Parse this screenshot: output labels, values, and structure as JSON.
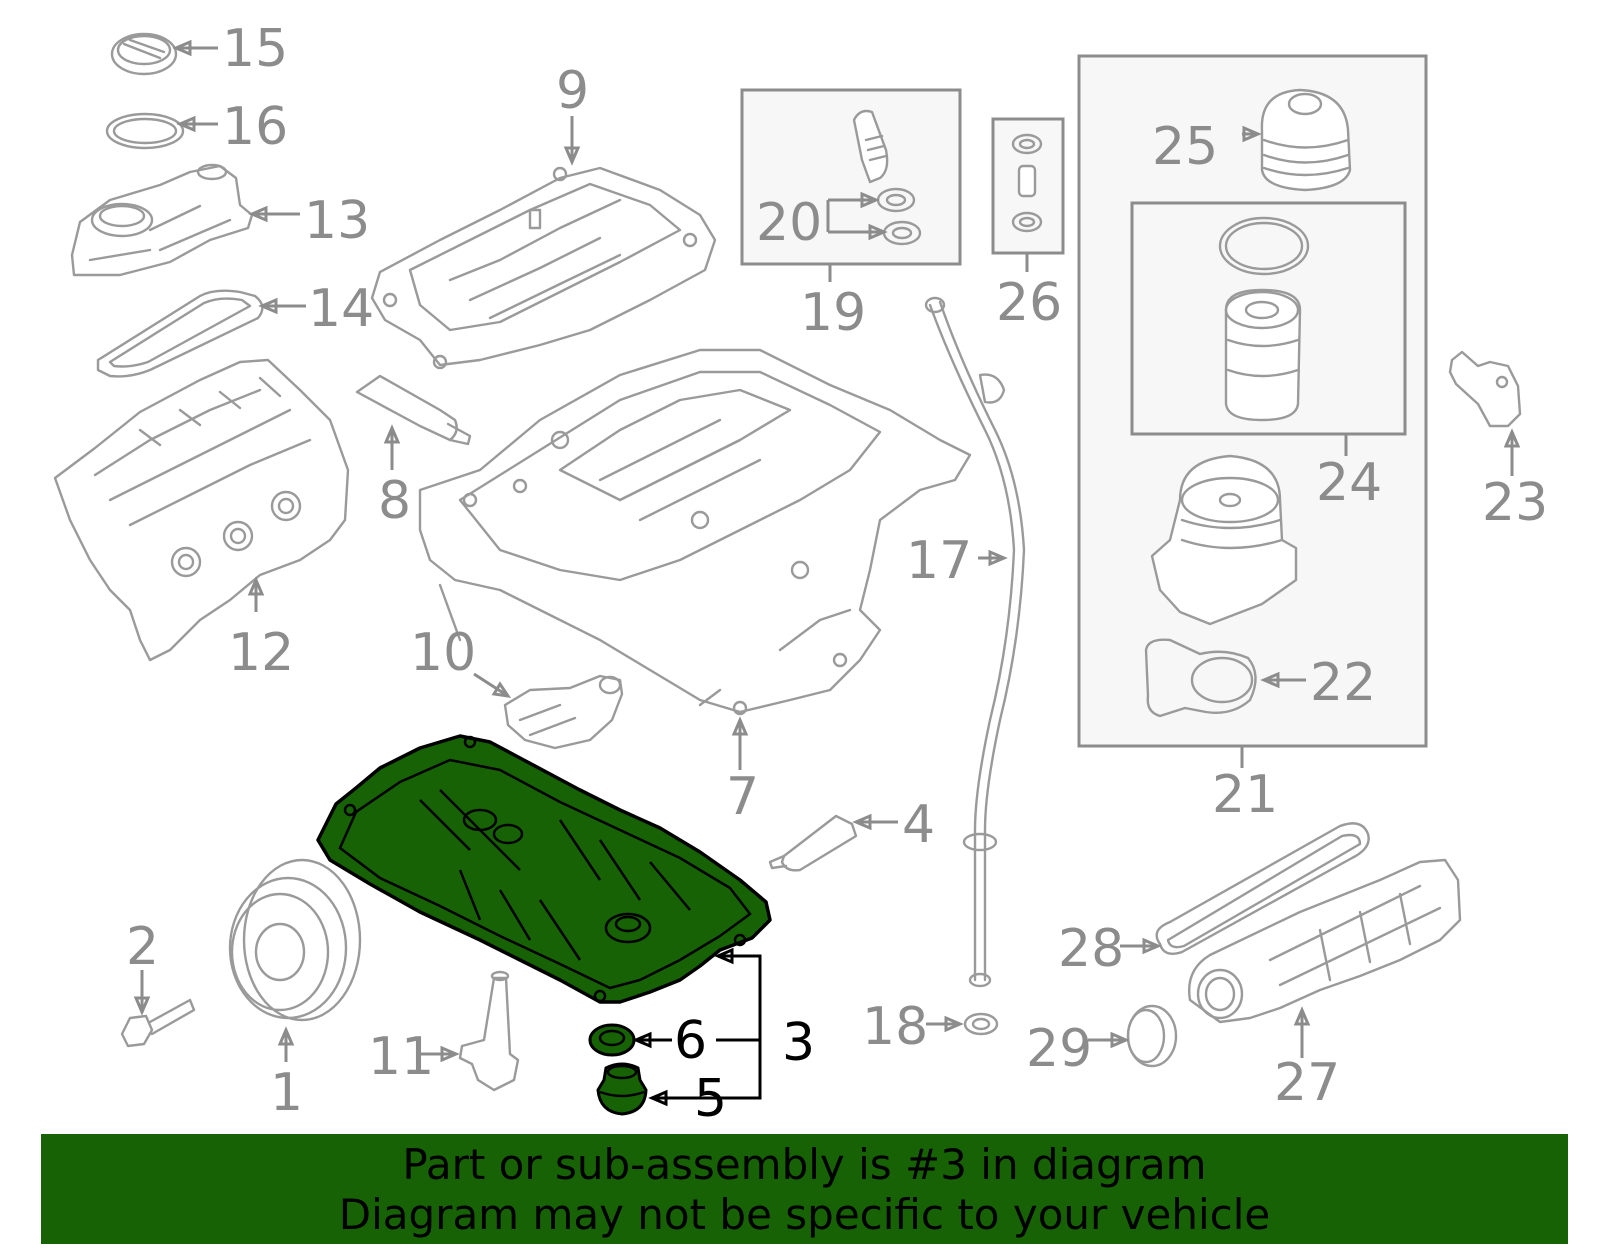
{
  "diagram": {
    "callouts": {
      "c1": "1",
      "c2": "2",
      "c3": "3",
      "c4": "4",
      "c5": "5",
      "c6": "6",
      "c7": "7",
      "c8": "8",
      "c9": "9",
      "c10": "10",
      "c11": "11",
      "c12": "12",
      "c13": "13",
      "c14": "14",
      "c15": "15",
      "c16": "16",
      "c17": "17",
      "c18": "18",
      "c19": "19",
      "c20": "20",
      "c21": "21",
      "c22": "22",
      "c23": "23",
      "c24": "24",
      "c25": "25",
      "c26": "26",
      "c27": "27",
      "c28": "28",
      "c29": "29"
    },
    "highlight_color": "#166205",
    "part_color": "#9a9a9a"
  },
  "banner": {
    "line1": "Part or sub-assembly is #3 in diagram",
    "line2": "Diagram may not be specific to your vehicle"
  }
}
